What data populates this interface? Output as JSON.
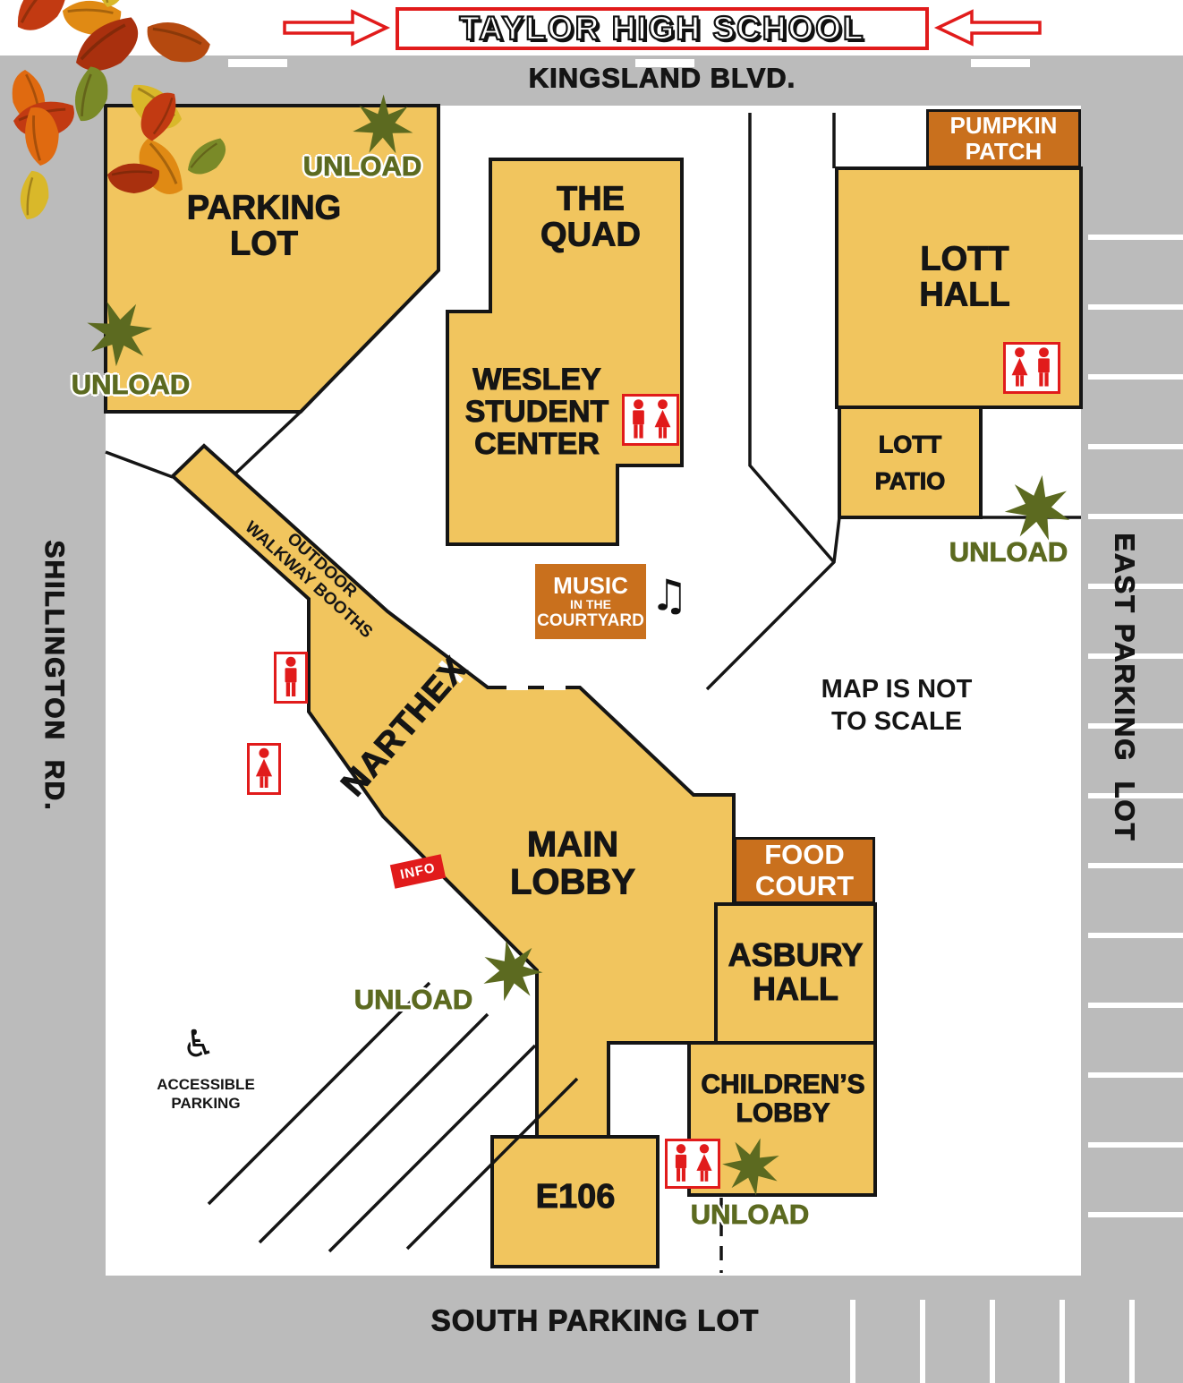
{
  "colors": {
    "building_yellow": "#F1C55E",
    "accent_orange": "#C9701D",
    "alert_red": "#E11B1B",
    "unload_olive": "#5C6A20",
    "road_gray": "#BBBBBB"
  },
  "title": {
    "banner": "TAYLOR HIGH SCHOOL"
  },
  "streets": {
    "north": "KINGSLAND BLVD.",
    "west": "SHILLINGTON  RD.",
    "east": "EAST PARKING  LOT",
    "south": "SOUTH PARKING LOT"
  },
  "buildings": {
    "parking_lot": {
      "line1": "PARKING",
      "line2": "LOT"
    },
    "the_quad": {
      "line1": "THE",
      "line2": "QUAD"
    },
    "wesley": {
      "line1": "WESLEY",
      "line2": "STUDENT",
      "line3": "CENTER"
    },
    "lott_hall": {
      "line1": "LOTT",
      "line2": "HALL"
    },
    "lott_patio": {
      "line1": "LOTT",
      "line2": "PATIO"
    },
    "narthex": {
      "label": "NARTHEX"
    },
    "main_lobby": {
      "line1": "MAIN",
      "line2": "LOBBY"
    },
    "asbury": {
      "line1": "ASBURY",
      "line2": "HALL"
    },
    "childrens_lobby": {
      "line1": "CHILDREN’S",
      "line2": "LOBBY"
    },
    "e106": {
      "label": "E106"
    },
    "outdoor_walkway": {
      "line1": "OUTDOOR",
      "line2": "WALKWAY BOOTHS"
    }
  },
  "features": {
    "pumpkin_patch": {
      "line1": "PUMPKIN",
      "line2": "PATCH"
    },
    "food_court": {
      "line1": "FOOD",
      "line2": "COURT"
    },
    "music": {
      "line1": "MUSIC",
      "line2": "IN THE",
      "line3": "COURTYARD"
    },
    "info": {
      "label": "INFO"
    },
    "accessible": {
      "line1": "ACCESSIBLE",
      "line2": "PARKING"
    },
    "unload": "UNLOAD",
    "scale_note": {
      "line1": "MAP IS NOT",
      "line2": "TO SCALE"
    }
  }
}
